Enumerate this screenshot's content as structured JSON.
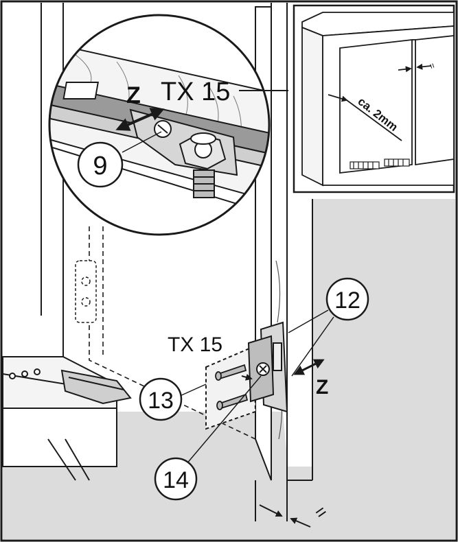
{
  "labels": {
    "tool_top": "TX 15",
    "axis_top": "Z",
    "tool_mid": "TX 15",
    "axis_mid": "Z",
    "gap_inset": "ca. 2mm",
    "parallel_inset": "=",
    "parallel_bottom": "="
  },
  "callouts": [
    {
      "id": "9",
      "text": "9"
    },
    {
      "id": "12",
      "text": "12"
    },
    {
      "id": "13",
      "text": "13"
    },
    {
      "id": "14",
      "text": "14"
    }
  ],
  "colors": {
    "floor": "#dcdcdc",
    "line": "#1a1a1a",
    "wood": "#f4f4f4",
    "metal": "#b9b9b9",
    "background": "#ffffff"
  }
}
